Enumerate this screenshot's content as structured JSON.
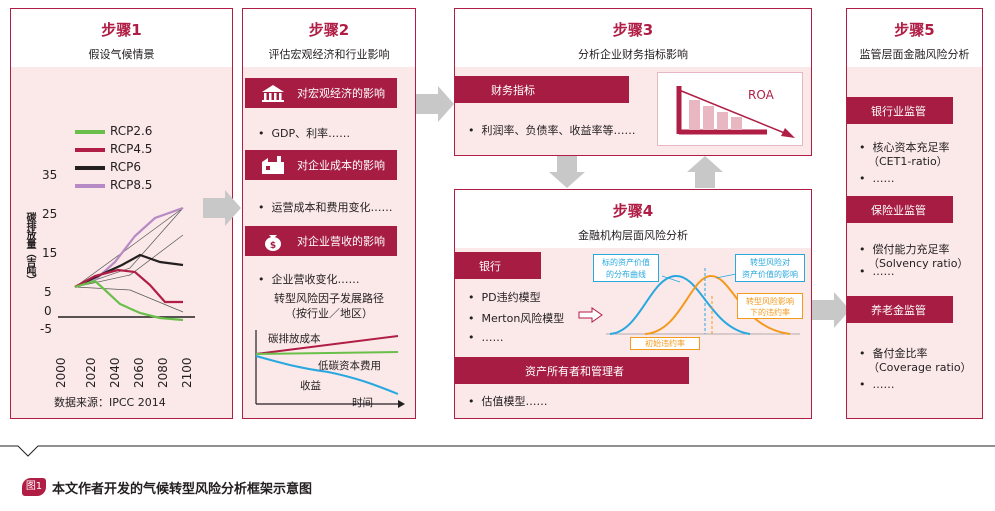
{
  "step1": {
    "label": "步骤1",
    "title": "假设气候情景",
    "legend": [
      {
        "name": "RCP2.6",
        "color": "#6abf4b"
      },
      {
        "name": "RCP4.5",
        "color": "#b01e45"
      },
      {
        "name": "RCP6",
        "color": "#231f20"
      },
      {
        "name": "RCP8.5",
        "color": "#b68ac4"
      }
    ],
    "ylabel": "碳排放量（吉吨）",
    "yticks": [
      "35",
      "25",
      "15",
      "5",
      "0",
      "-5"
    ],
    "xticks": [
      "2000",
      "2020",
      "2040",
      "2060",
      "2080",
      "2100"
    ],
    "source": "数据来源：IPCC 2014"
  },
  "step2": {
    "label": "步骤2",
    "title": "评估宏观经济和行业影响",
    "bars": [
      "对宏观经济的影响",
      "对企业成本的影响",
      "对企业营收的影响"
    ],
    "bullets": [
      "GDP、利率……",
      "运营成本和费用变化……",
      "企业营收变化……"
    ],
    "path_title_line1": "转型风险因子发展路径",
    "path_title_line2": "（按行业／地区）",
    "mini_chart": {
      "carbon_cost": "碳排放成本",
      "low_carbon_cost": "低碳资本费用",
      "revenue": "收益",
      "time": "时间"
    }
  },
  "step3": {
    "label": "步骤3",
    "title": "分析企业财务指标影响",
    "bar": "财务指标",
    "bullet": "利润率、负债率、收益率等……",
    "roa": "ROA"
  },
  "step4": {
    "label": "步骤4",
    "title": "金融机构层面风险分析",
    "bank_bar": "银行",
    "bank_bullets": [
      "PD违约模型",
      "Merton风险模型",
      "……"
    ],
    "asset_bar": "资产所有者和管理者",
    "asset_bullet": "估值模型……",
    "dist": {
      "base_label_1": "标的资产价值",
      "base_label_2": "的分布曲线",
      "shock_label_1": "转型风险对",
      "shock_label_2": "资产价值的影响",
      "default_label_1": "转型风险影响",
      "default_label_2": "下的违约率",
      "initial_label": "初始违约率"
    }
  },
  "step5": {
    "label": "步骤5",
    "title": "监管层面金融风险分析",
    "groups": [
      {
        "bar": "银行业监管",
        "line1": "核心资本充足率",
        "line2": "（CET1-ratio）",
        "more": "……"
      },
      {
        "bar": "保险业监管",
        "line1": "偿付能力充足率",
        "line2": "（Solvency ratio）",
        "more": "……"
      },
      {
        "bar": "养老金监管",
        "line1": "备付金比率",
        "line2": "（Coverage ratio）",
        "more": "……"
      }
    ]
  },
  "caption": {
    "badge": "图1",
    "title": "本文作者开发的气候转型风险分析框架示意图"
  },
  "colors": {
    "accent": "#b01e45",
    "panel_bg": "#fbe8e9",
    "bar_bg": "#a61c42",
    "arrow_grey": "#c8c8c8",
    "blue": "#29a8e0",
    "orange": "#f39a1e"
  }
}
